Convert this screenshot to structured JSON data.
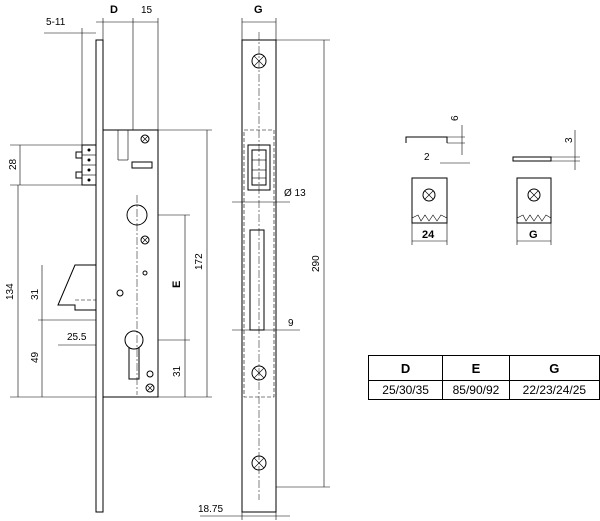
{
  "front_view": {
    "dim_d": "D",
    "dim_15": "15",
    "dim_5_11": "5-11",
    "dim_28": "28",
    "dim_134": "134",
    "dim_31_upper": "31",
    "dim_49": "49",
    "dim_25_5": "25.5",
    "dim_e": "E",
    "dim_172": "172",
    "dim_31_lower": "31"
  },
  "side_view": {
    "dim_g": "G",
    "dim_13": "Ø 13",
    "dim_290": "290",
    "dim_9": "9",
    "dim_18_75": "18.75"
  },
  "strike_plates": {
    "dim_6": "6",
    "dim_2": "2",
    "dim_24": "24",
    "dim_3": "3",
    "dim_g": "G"
  },
  "spec_table": {
    "headers": [
      "D",
      "E",
      "G"
    ],
    "values": [
      "25/30/35",
      "85/90/92",
      "22/23/24/25"
    ]
  }
}
